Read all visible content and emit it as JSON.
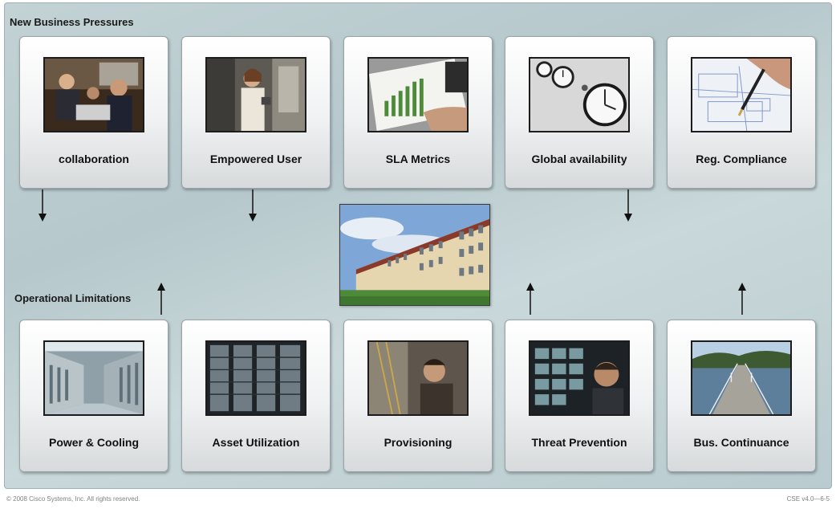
{
  "sections": {
    "top_title": "New Business Pressures",
    "bottom_title": "Operational Limitations"
  },
  "pressures": [
    {
      "label": "collaboration",
      "image": "people-meeting-photo"
    },
    {
      "label": "Empowered User",
      "image": "woman-with-pda-photo"
    },
    {
      "label": "SLA Metrics",
      "image": "bar-chart-document-photo"
    },
    {
      "label": "Global availability",
      "image": "world-clocks-photo"
    },
    {
      "label": "Reg. Compliance",
      "image": "pen-on-blueprint-photo"
    }
  ],
  "limitations": [
    {
      "label": "Power & Cooling",
      "image": "data-center-aisle-photo"
    },
    {
      "label": "Asset Utilization",
      "image": "server-racks-photo"
    },
    {
      "label": "Provisioning",
      "image": "technician-in-rack-photo"
    },
    {
      "label": "Threat Prevention",
      "image": "security-monitors-photo"
    },
    {
      "label": "Bus. Continuance",
      "image": "bridge-over-lake-photo"
    }
  ],
  "center": {
    "image": "office-building-photo"
  },
  "footer": {
    "copyright": "© 2008 Cisco Systems, Inc. All rights reserved.",
    "course_code": "CSE v4.0—6-5"
  }
}
